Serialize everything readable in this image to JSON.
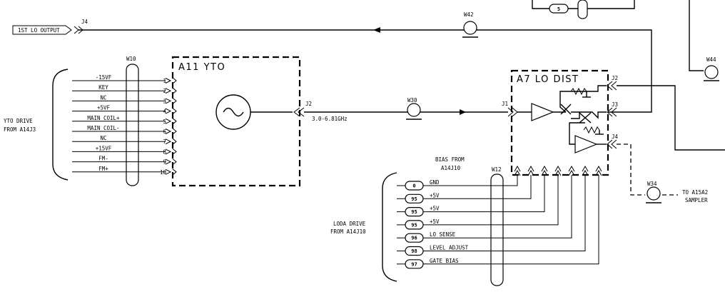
{
  "lo_output_label": "1ST LO OUTPUT",
  "connectors": {
    "j4_top": "J4",
    "yto_j2": "J2",
    "dist_j1": "J1",
    "dist_j2": "J2",
    "dist_j3": "J3",
    "dist_j4": "J4"
  },
  "cables": {
    "w42": "W42",
    "w10": "W10",
    "w30": "W30",
    "w12": "W12",
    "w34": "W34",
    "w44": "W44"
  },
  "yto_title": "A11 YTO",
  "dist_title": "A7 LO DIST",
  "freq_label": "3.0-6.81GHz",
  "yto_drive": {
    "line1": "YTO DRIVE",
    "line2": "FROM A14J3"
  },
  "yto_pins": [
    {
      "label": "-15VF",
      "num": "1"
    },
    {
      "label": "KEY",
      "num": "2"
    },
    {
      "label": "NC",
      "num": "3"
    },
    {
      "label": "+5VF",
      "num": "4"
    },
    {
      "label": "MAIN COIL+",
      "num": "5"
    },
    {
      "label": "MAIN COIL-",
      "num": "6"
    },
    {
      "label": "NC",
      "num": "7"
    },
    {
      "label": "+15VF",
      "num": "8"
    },
    {
      "label": "FM-",
      "num": "9"
    },
    {
      "label": "FM+",
      "num": "10"
    }
  ],
  "bias_from": {
    "line1": "BIAS FROM",
    "line2": "A14J10"
  },
  "loda_drive": {
    "line1": "LODA DRIVE",
    "line2": "FROM A14J10"
  },
  "dist_signals": [
    {
      "badge": "0",
      "label": "GND"
    },
    {
      "badge": "95",
      "label": "+5V"
    },
    {
      "badge": "95",
      "label": "+5V"
    },
    {
      "badge": "95",
      "label": "+5V"
    },
    {
      "badge": "96",
      "label": "LO SENSE"
    },
    {
      "badge": "98",
      "label": "LEVEL ADJUST"
    },
    {
      "badge": "97",
      "label": "GATE BIAS"
    }
  ],
  "top_badge": "5",
  "sampler": {
    "line1": "TO A15A2",
    "line2": "SAMPLER"
  }
}
